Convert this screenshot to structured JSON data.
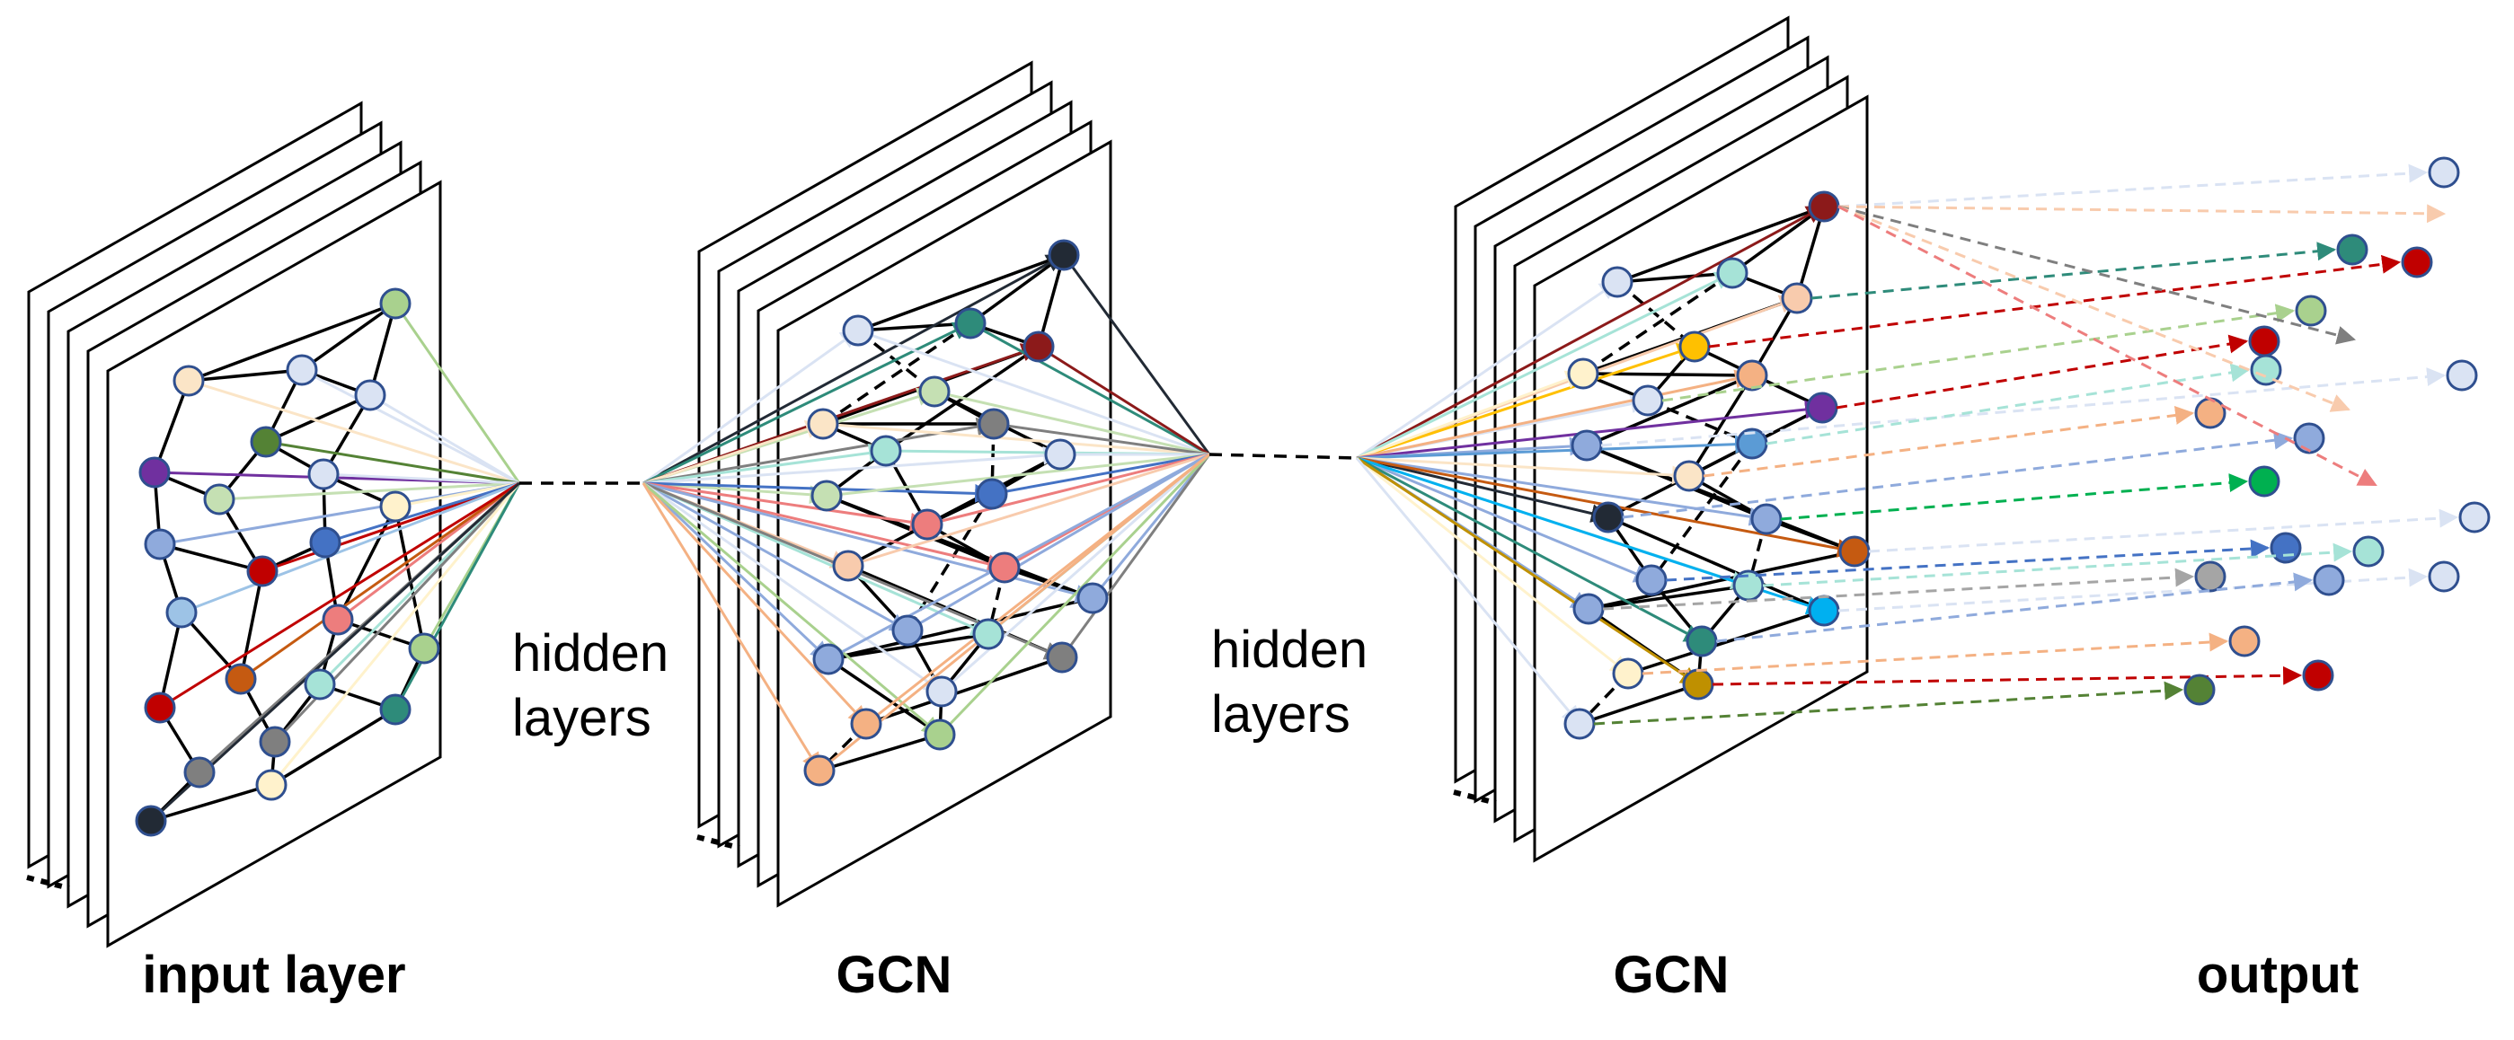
{
  "stage_labels": {
    "input": "input layer",
    "gcn1": "GCN",
    "gcn2": "GCN",
    "output": "output"
  },
  "hidden_labels": {
    "first": {
      "line1": "hidden",
      "line2": "layers"
    },
    "second": {
      "line1": "hidden",
      "line2": "layers"
    }
  },
  "palette": [
    "#a9d18e",
    "#fbe5c7",
    "#dae3f3",
    "#70309f",
    "#548235",
    "#c5e0b3",
    "#8faadc",
    "#c00000",
    "#4472c4",
    "#9dc3e6",
    "#c55a11",
    "#ed7d7d",
    "#b4c7e7",
    "#2e8b7a",
    "#8c1a1a",
    "#222a35",
    "#f4b183",
    "#fff2cc",
    "#a6e3d7",
    "#7f7f7f",
    "#ffc000",
    "#f8cbad",
    "#5b9bd5",
    "#ffff00",
    "#00b050",
    "#00b0f0",
    "#bf9000",
    "#843c0c",
    "#a5a5a5",
    "#f4c7c3"
  ]
}
